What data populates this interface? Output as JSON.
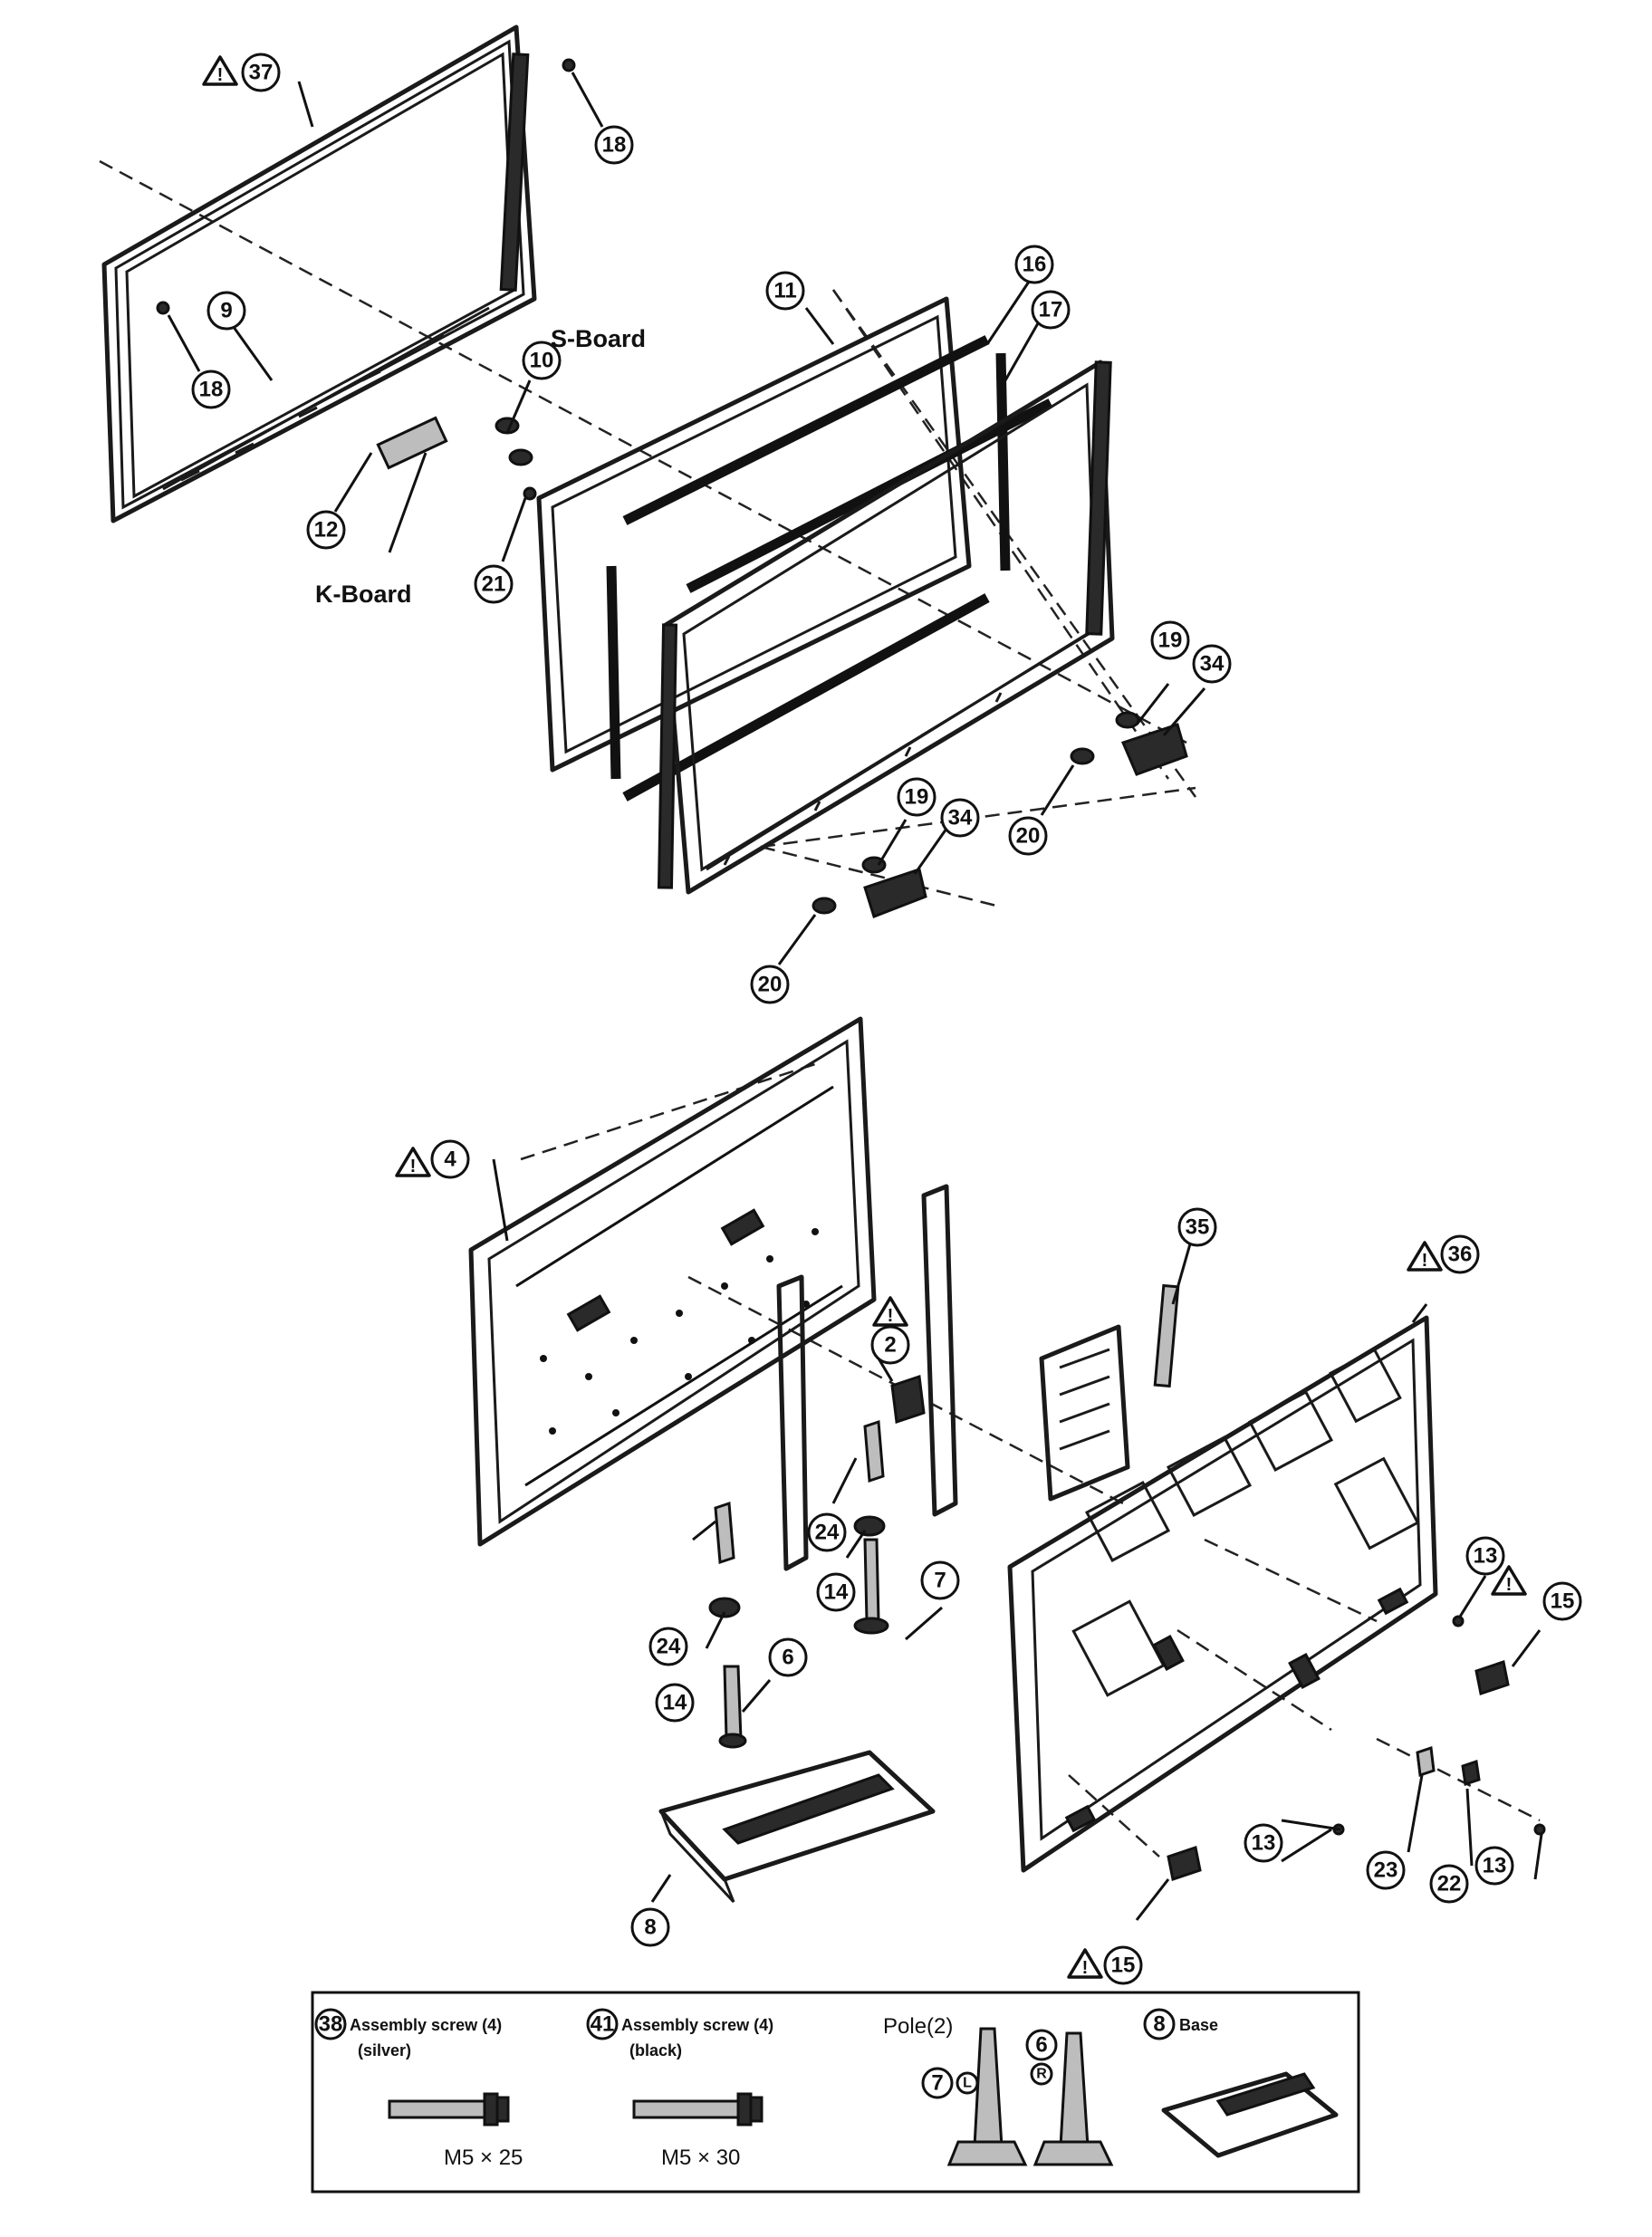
{
  "diagram": {
    "callouts": [
      {
        "id": "c37",
        "label": "37",
        "warning": true
      },
      {
        "id": "c18a",
        "label": "18",
        "warning": false
      },
      {
        "id": "c18b",
        "label": "18",
        "warning": false
      },
      {
        "id": "c9",
        "label": "9",
        "warning": false
      },
      {
        "id": "c10",
        "label": "10",
        "warning": false
      },
      {
        "id": "c12",
        "label": "12",
        "warning": false
      },
      {
        "id": "c21",
        "label": "21",
        "warning": false
      },
      {
        "id": "c11",
        "label": "11",
        "warning": false
      },
      {
        "id": "c16",
        "label": "16",
        "warning": false
      },
      {
        "id": "c17",
        "label": "17",
        "warning": false
      },
      {
        "id": "c19a",
        "label": "19",
        "warning": false
      },
      {
        "id": "c34a",
        "label": "34",
        "warning": false
      },
      {
        "id": "c20a",
        "label": "20",
        "warning": false
      },
      {
        "id": "c19b",
        "label": "19",
        "warning": false
      },
      {
        "id": "c34b",
        "label": "34",
        "warning": false
      },
      {
        "id": "c20b",
        "label": "20",
        "warning": false
      },
      {
        "id": "c4",
        "label": "4",
        "warning": true
      },
      {
        "id": "c2",
        "label": "2",
        "warning": true
      },
      {
        "id": "c35",
        "label": "35",
        "warning": false
      },
      {
        "id": "c36",
        "label": "36",
        "warning": true
      },
      {
        "id": "c24a",
        "label": "24",
        "warning": false
      },
      {
        "id": "c24b",
        "label": "24",
        "warning": false
      },
      {
        "id": "c14a",
        "label": "14",
        "warning": false
      },
      {
        "id": "c14b",
        "label": "14",
        "warning": false
      },
      {
        "id": "c7",
        "label": "7",
        "warning": false
      },
      {
        "id": "c6",
        "label": "6",
        "warning": false
      },
      {
        "id": "c8",
        "label": "8",
        "warning": false
      },
      {
        "id": "c13a",
        "label": "13",
        "warning": false
      },
      {
        "id": "c13b",
        "label": "13",
        "warning": false
      },
      {
        "id": "c13c",
        "label": "13",
        "warning": false
      },
      {
        "id": "c15a",
        "label": "15",
        "warning": true
      },
      {
        "id": "c15b",
        "label": "15",
        "warning": true
      },
      {
        "id": "c23",
        "label": "23",
        "warning": false
      },
      {
        "id": "c22",
        "label": "22",
        "warning": false
      }
    ],
    "board_labels": {
      "s_board": "S-Board",
      "k_board": "K-Board"
    },
    "legend": {
      "screw_silver": {
        "num": "38",
        "title": "Assembly screw (4)",
        "note": "(silver)",
        "size": "M5 × 25"
      },
      "screw_black": {
        "num": "41",
        "title": "Assembly screw (4)",
        "note": "(black)",
        "size": "M5 × 30"
      },
      "pole": {
        "title": "Pole(2)",
        "left_num": "7",
        "left_mark": "L",
        "right_num": "6",
        "right_mark": "R"
      },
      "base": {
        "num": "8",
        "title": "Base"
      }
    }
  }
}
